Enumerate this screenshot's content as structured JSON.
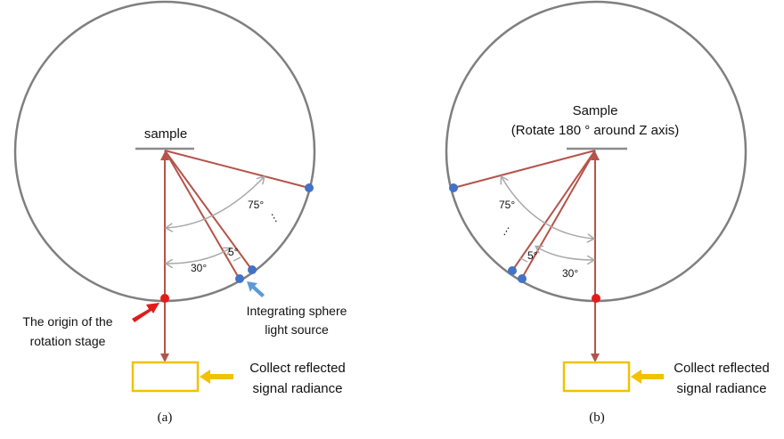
{
  "colors": {
    "circle": "#7f7f7f",
    "ray": "#b5534a",
    "angle_arc": "#a9a9a9",
    "origin_dot": "#e21b1b",
    "source_dot": "#4472c4",
    "box": "#f2c100",
    "arrow_red": "#e21b1b",
    "arrow_blue": "#5b9bd5",
    "arrow_yellow": "#f2c100"
  },
  "panel_a": {
    "sample_label": "sample",
    "angle_75": "75°",
    "angle_30": "30°",
    "angle_5": "5°",
    "ellipsis": "⋮",
    "origin_label_line1": "The origin of the",
    "origin_label_line2": "rotation stage",
    "source_label_line1": "Integrating sphere",
    "source_label_line2": "light source",
    "collect_line1": "Collect reflected",
    "collect_line2": "signal radiance",
    "caption": "(a)"
  },
  "panel_b": {
    "sample_label_line1": "Sample",
    "sample_label_line2": "(Rotate 180 ° around Z axis)",
    "angle_75": "75°",
    "angle_30": "30°",
    "angle_5": "5°",
    "ellipsis": "⋮",
    "collect_line1": "Collect reflected",
    "collect_line2": "signal radiance",
    "caption": "(b)"
  }
}
